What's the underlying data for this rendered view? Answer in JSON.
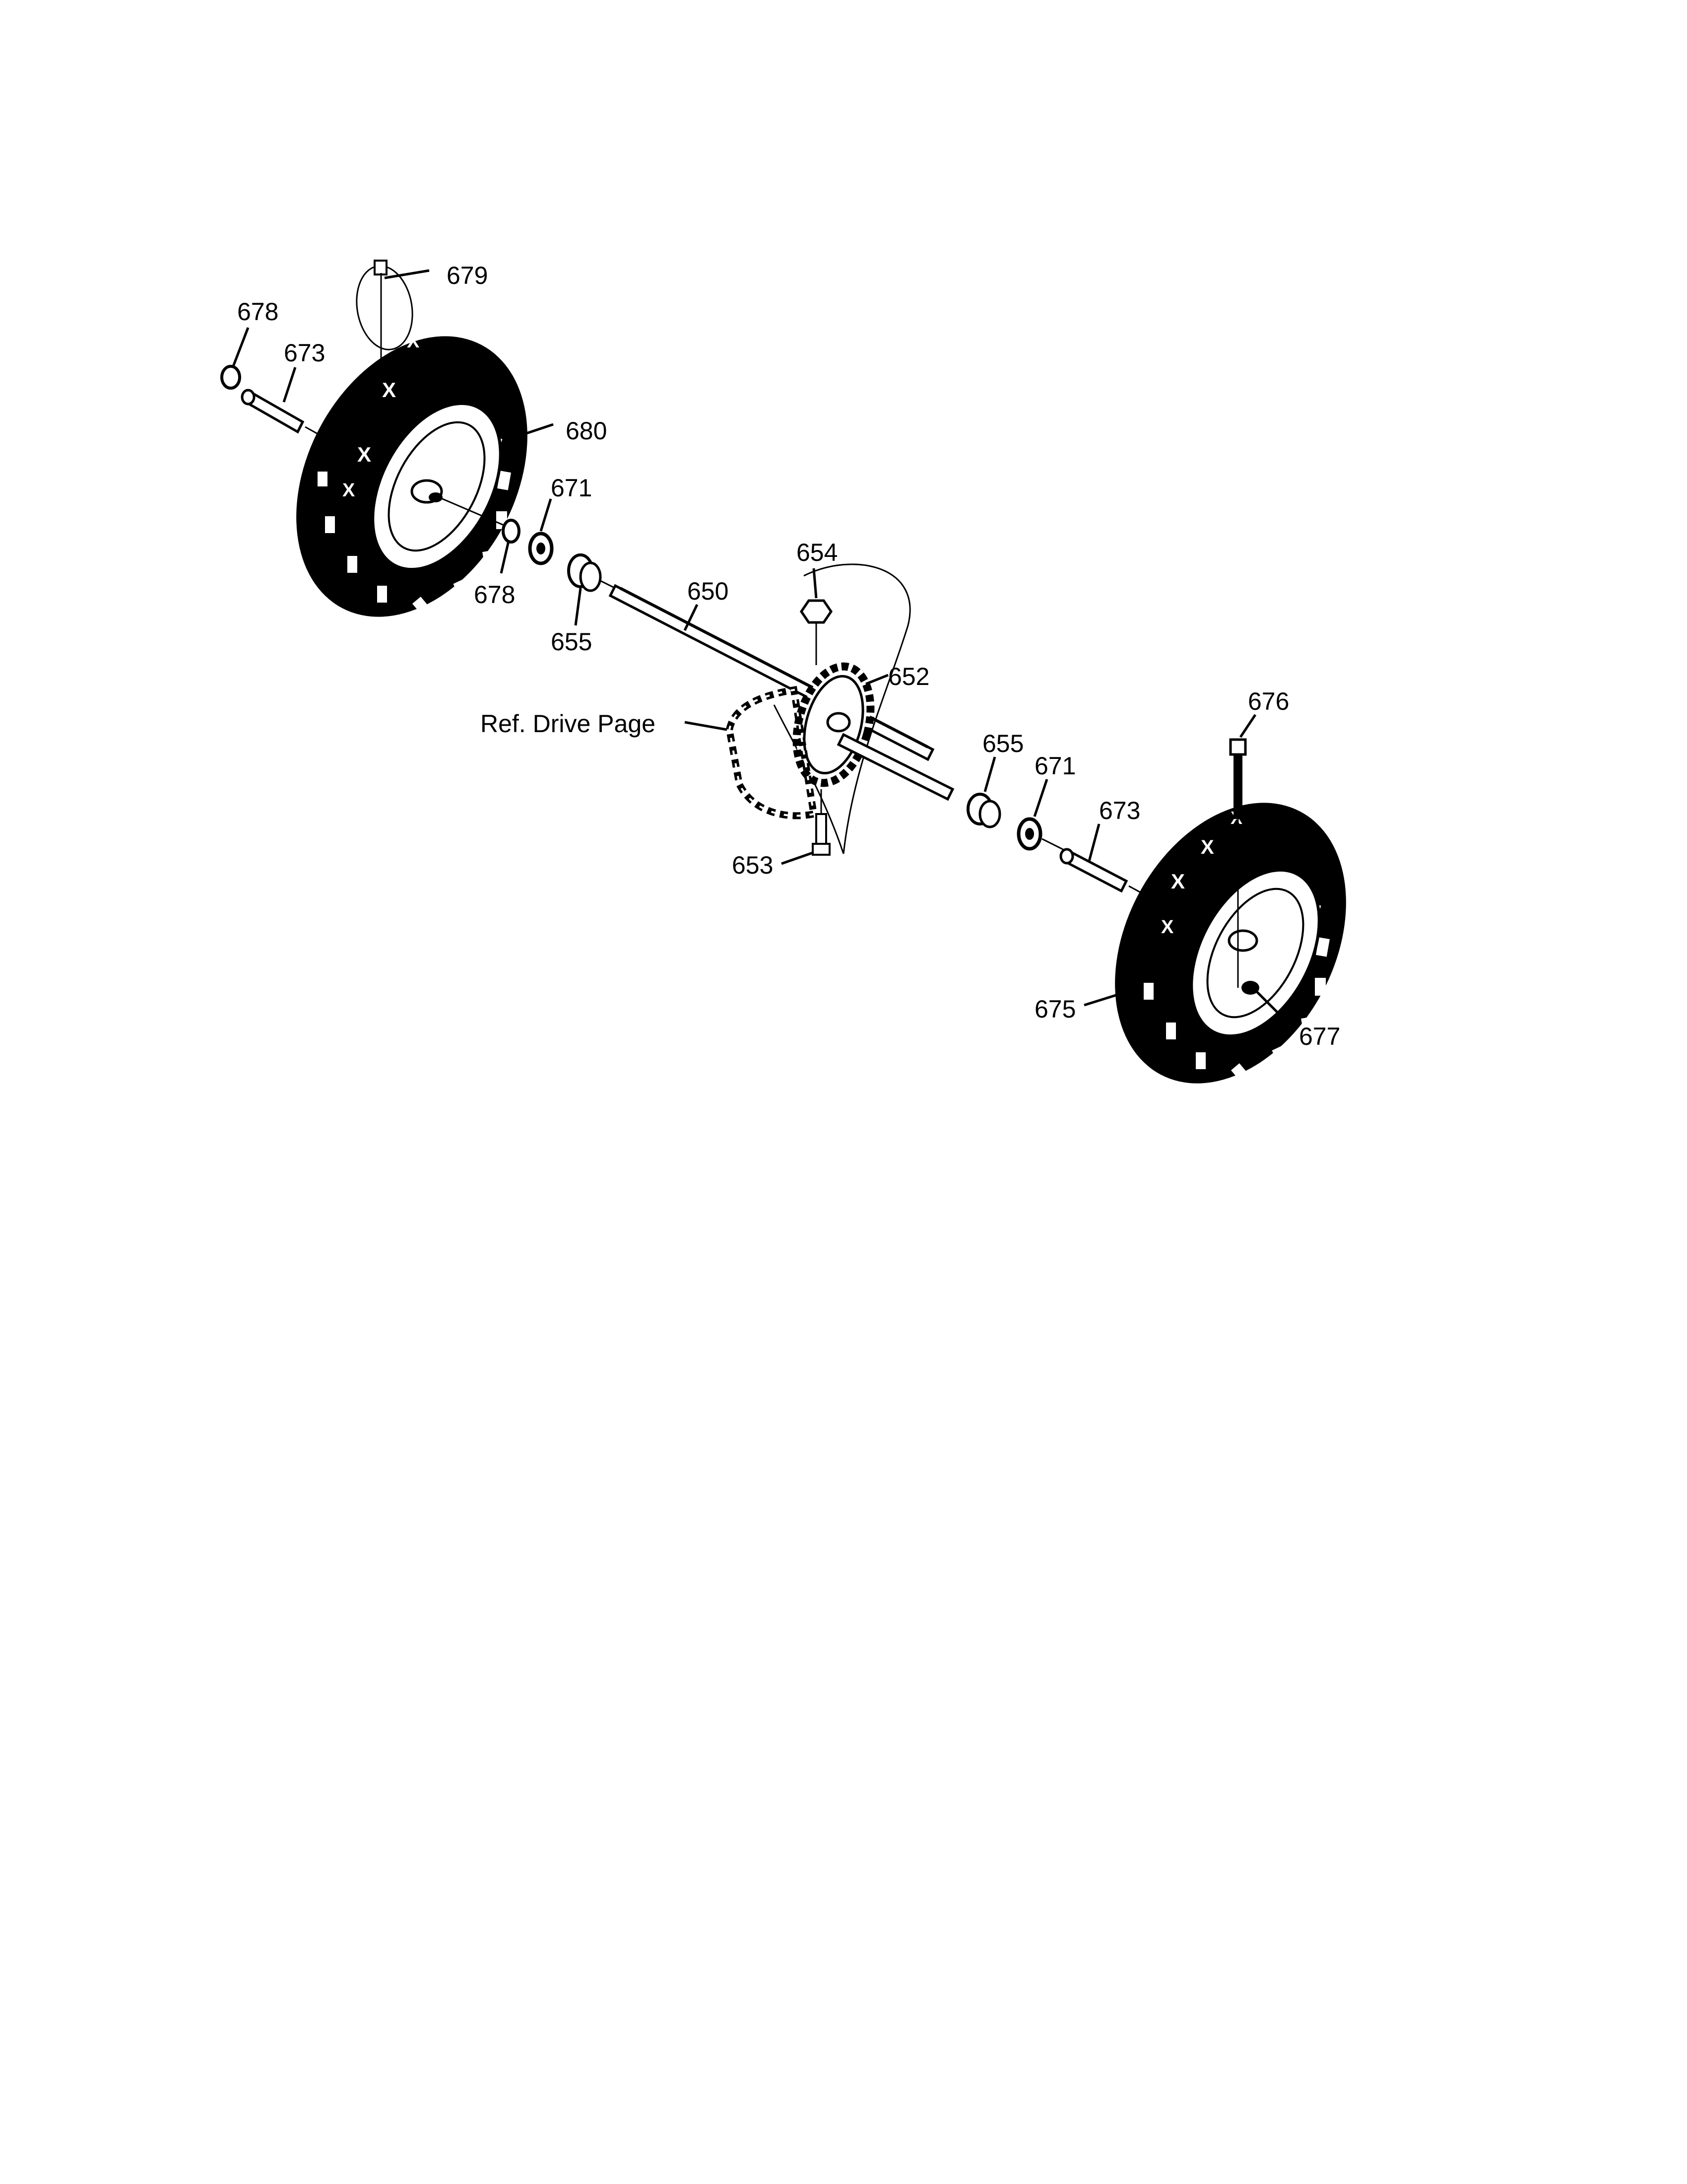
{
  "colors": {
    "ink": "#000000",
    "paper": "#ffffff",
    "tread_gap": "#ffffff"
  },
  "callouts": {
    "c679": "679",
    "c678_top": "678",
    "c673_top": "673",
    "c680": "680",
    "c671_top": "671",
    "c678_bottom": "678",
    "c655_top": "655",
    "c650": "650",
    "c654": "654",
    "c652": "652",
    "ref_drive": "Ref. Drive Page",
    "c676": "676",
    "c655_bottom": "655",
    "c671_bottom": "671",
    "c673_bottom": "673",
    "c653": "653",
    "c675": "675",
    "c677": "677"
  }
}
